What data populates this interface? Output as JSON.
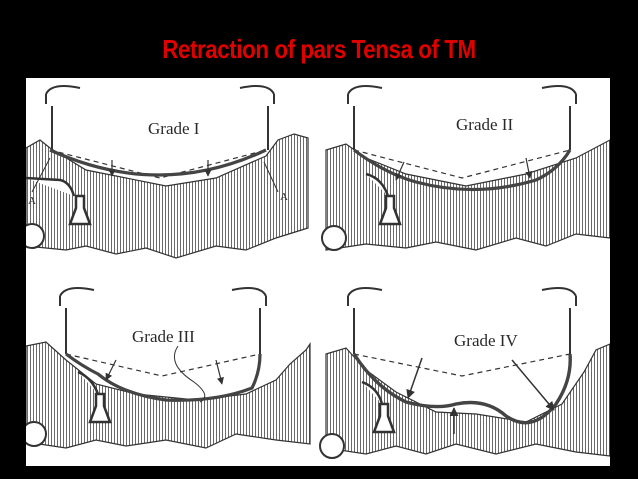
{
  "title": "Retraction of pars Tensa of TM",
  "panels": [
    {
      "grade": "Grade I",
      "markers": [
        "A",
        "A"
      ]
    },
    {
      "grade": "Grade II"
    },
    {
      "grade": "Grade III"
    },
    {
      "grade": "Grade IV"
    }
  ],
  "colors": {
    "title": "#e00000",
    "background": "#000000",
    "panel": "#ffffff",
    "ink": "#2a2a2a"
  }
}
